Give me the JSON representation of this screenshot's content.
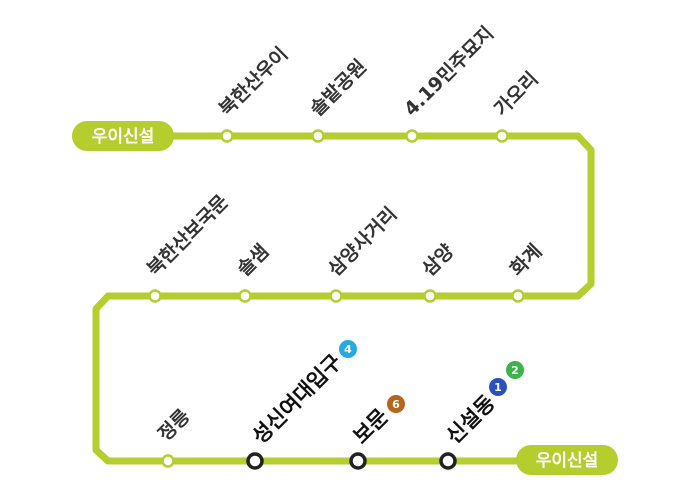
{
  "line": {
    "color": "#b6cd2e",
    "terminal_start": "우이신설",
    "terminal_end": "우이신설"
  },
  "stations": {
    "s1": "북한산우이",
    "s2": "솔밭공원",
    "s3": "4.19민주묘지",
    "s4": "가오리",
    "s5": "화계",
    "s6": "삼양",
    "s7": "삼양사거리",
    "s8": "솔샘",
    "s9": "북한산보국문",
    "s10": "정릉",
    "s11": "성신여대입구",
    "s12": "보문",
    "s13": "신설동"
  },
  "transfers": {
    "s11": [
      {
        "line": "4",
        "color": "#27a9e1"
      }
    ],
    "s12": [
      {
        "line": "6",
        "color": "#b5651d"
      }
    ],
    "s13": [
      {
        "line": "1",
        "color": "#2a52be"
      },
      {
        "line": "2",
        "color": "#3cb44a"
      }
    ]
  }
}
